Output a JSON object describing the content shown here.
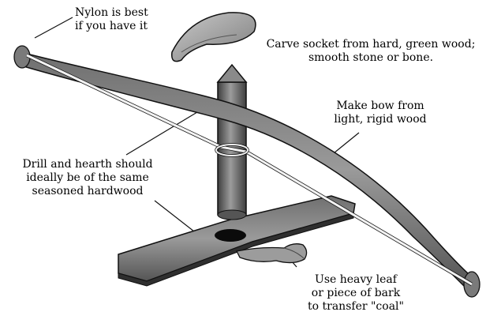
{
  "annotations": {
    "nylon": "Nylon is best\nif you have it",
    "socket": "Carve socket from hard, green wood;\nsmooth stone or bone.",
    "bow": "Make bow from\nlight, rigid wood",
    "drill_hearth": "Drill and hearth should\nideally be of the same\nseasoned hardwood",
    "leaf": "Use heavy leaf\nor piece of bark\nto transfer \"coal\""
  },
  "colors": {
    "wood": "#8a8a8a",
    "wood_dark": "#4a4a4a",
    "outline": "#111111",
    "light": "#bdbdbd"
  }
}
